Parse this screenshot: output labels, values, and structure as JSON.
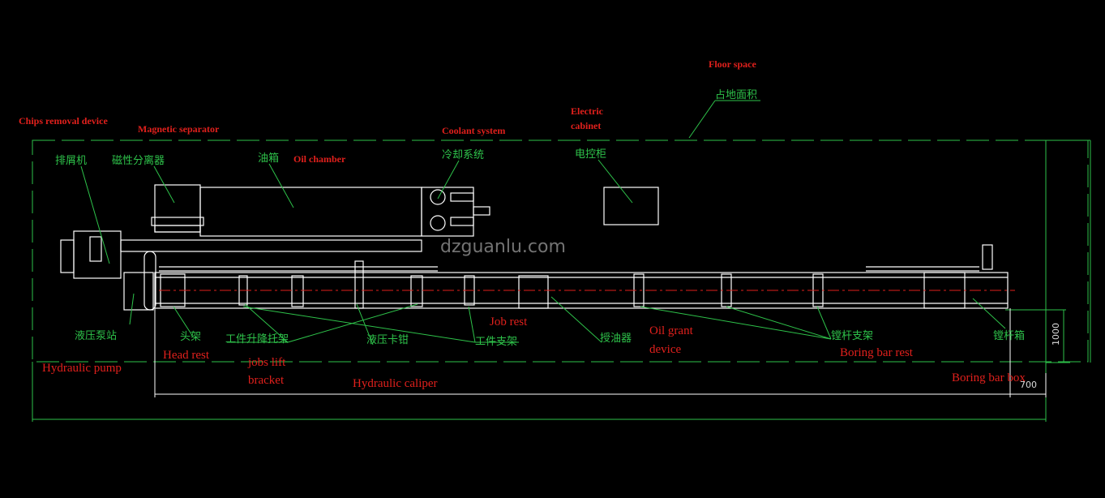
{
  "labels_en": {
    "floor_space": "Floor space",
    "chips_removal": "Chips removal device",
    "magnetic_separator": "Magnetic separator",
    "coolant_system": "Coolant system",
    "electric_cabinet_1": "Electric",
    "electric_cabinet_2": "cabinet",
    "oil_chamber": "Oil chamber",
    "job_rest": "Job rest",
    "oil_grant_1": "Oil grant",
    "oil_grant_2": "device",
    "boring_bar_rest": "Boring bar rest",
    "head_rest": "Head rest",
    "jobs_lift_1": "jobs lift",
    "jobs_lift_2": "bracket",
    "hydraulic_pump": "Hydraulic pump",
    "hydraulic_caliper": "Hydraulic caliper",
    "boring_bar_box": "Boring bar box"
  },
  "labels_cn": {
    "floor_space": "占地面积",
    "chips_removal": "排屑机",
    "magnetic_separator": "磁性分离器",
    "oil_chamber": "油箱",
    "coolant_system": "冷却系统",
    "electric_cabinet": "电控柜",
    "hydraulic_pump": "液压泵站",
    "head_rest": "头架",
    "jobs_lift": "工件升降托架",
    "hydraulic_caliper": "液压卡钳",
    "job_rest": "工件支架",
    "oil_grant": "授油器",
    "boring_bar_rest": "镗杆支架",
    "boring_bar_box": "镗杆箱"
  },
  "dimensions": {
    "height_1000": "1000",
    "width_700": "700"
  },
  "watermark": "dzguanlu.com",
  "colors": {
    "background": "#000000",
    "outline": "#ffffff",
    "leader": "#2ec24a",
    "english": "#e0201c",
    "centerline": "#e0201c"
  }
}
